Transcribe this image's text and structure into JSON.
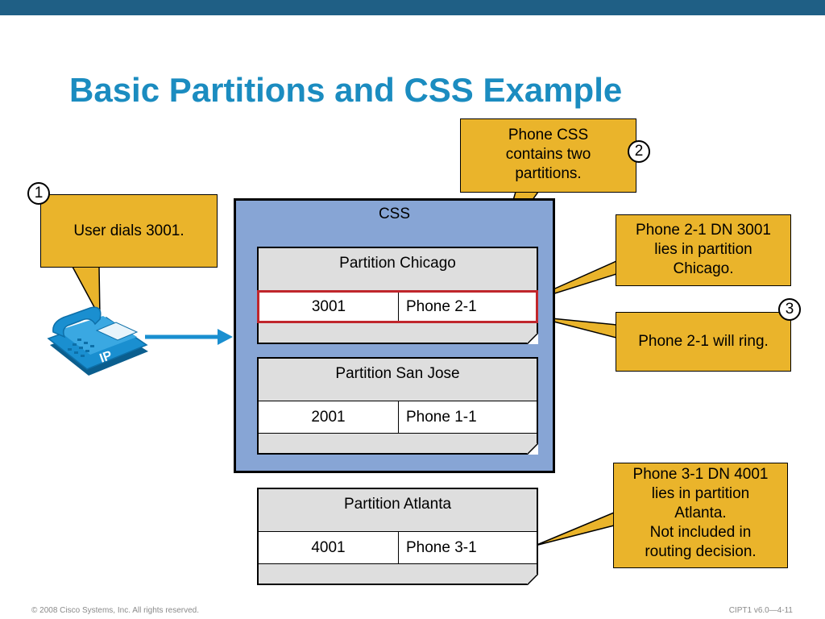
{
  "slide": {
    "title": "Basic Partitions and CSS Example",
    "footer_left": "© 2008 Cisco Systems, Inc. All rights reserved.",
    "footer_right": "CIPT1 v6.0—4-11"
  },
  "css_box": {
    "label": "CSS"
  },
  "partitions": [
    {
      "name": "Partition Chicago",
      "dn": "3001",
      "phone": "Phone 2-1",
      "highlighted": true
    },
    {
      "name": "Partition San Jose",
      "dn": "2001",
      "phone": "Phone 1-1",
      "highlighted": false
    },
    {
      "name": "Partition Atlanta",
      "dn": "4001",
      "phone": "Phone 3-1",
      "highlighted": false
    }
  ],
  "callouts": {
    "user_dials": "User dials 3001.",
    "phone_css": "Phone CSS contains two partitions.",
    "phone21_dn": "Phone 2-1 DN 3001 lies in partition Chicago.",
    "phone21_ring": "Phone 2-1 will ring.",
    "phone31": [
      "Phone 3-1 DN 4001",
      "lies in partition",
      "Atlanta.",
      "Not included in",
      "routing decision."
    ]
  },
  "badges": {
    "step1": "1",
    "step2": "2",
    "step3": "3"
  },
  "ip_phone": {
    "icon": "ip-phone-icon",
    "label": "IP"
  },
  "colors": {
    "title": "#1b8cc0",
    "top_bar": "#1f5f85",
    "css_fill": "#87a5d5",
    "partition_fill": "#dedede",
    "callout_fill": "#eab42b",
    "highlight_border": "#c0262c",
    "phone_blue": "#1a8fd0",
    "arrow": "#1a8fd0"
  }
}
